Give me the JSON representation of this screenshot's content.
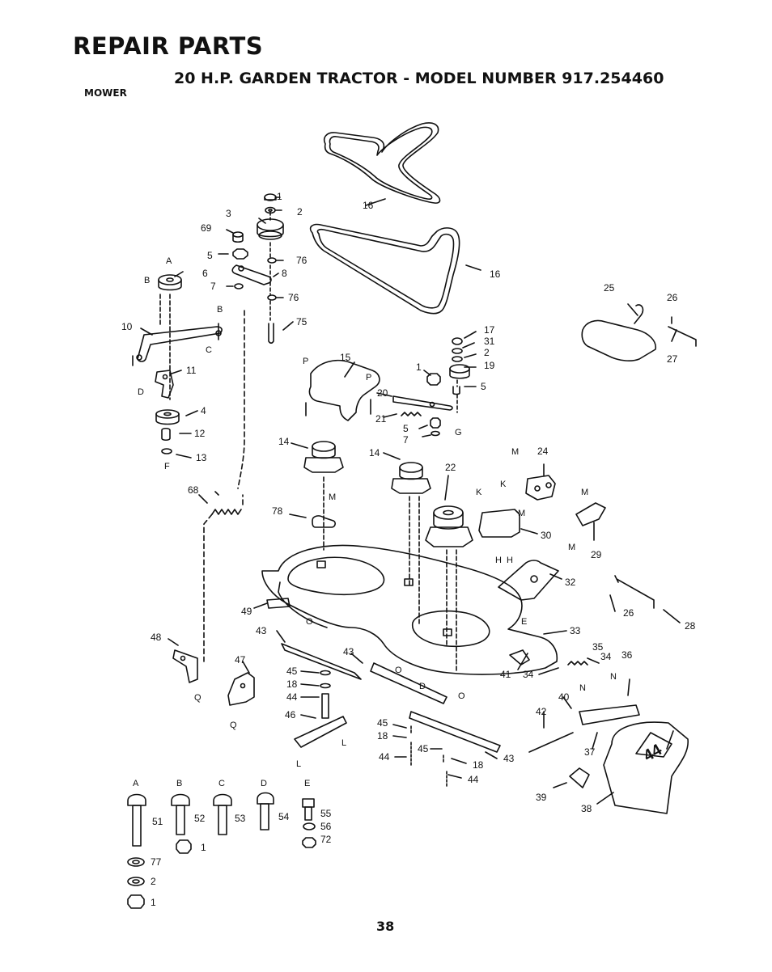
{
  "header": {
    "title": "REPAIR PARTS",
    "subtitle": "20 H.P. GARDEN TRACTOR - MODEL NUMBER 917.254460",
    "section": "MOWER"
  },
  "page_number": "38",
  "callouts": [
    {
      "id": "c1",
      "text": "1"
    },
    {
      "id": "c2",
      "text": "2"
    },
    {
      "id": "c3",
      "text": "3"
    },
    {
      "id": "c69",
      "text": "69"
    },
    {
      "id": "c5a",
      "text": "5"
    },
    {
      "id": "c76a",
      "text": "76"
    },
    {
      "id": "c6",
      "text": "6"
    },
    {
      "id": "c8",
      "text": "8"
    },
    {
      "id": "c7a",
      "text": "7"
    },
    {
      "id": "c76b",
      "text": "76"
    },
    {
      "id": "c75",
      "text": "75"
    },
    {
      "id": "c10",
      "text": "10"
    },
    {
      "id": "c11",
      "text": "11"
    },
    {
      "id": "c4",
      "text": "4"
    },
    {
      "id": "c12",
      "text": "12"
    },
    {
      "id": "c13",
      "text": "13"
    },
    {
      "id": "c16a",
      "text": "16"
    },
    {
      "id": "c16b",
      "text": "16"
    },
    {
      "id": "c15",
      "text": "15"
    },
    {
      "id": "c1b",
      "text": "1"
    },
    {
      "id": "c17",
      "text": "17"
    },
    {
      "id": "c31",
      "text": "31"
    },
    {
      "id": "c2b",
      "text": "2"
    },
    {
      "id": "c19",
      "text": "19"
    },
    {
      "id": "c5b",
      "text": "5"
    },
    {
      "id": "c20",
      "text": "20"
    },
    {
      "id": "c21",
      "text": "21"
    },
    {
      "id": "c5c",
      "text": "5"
    },
    {
      "id": "c7b",
      "text": "7"
    },
    {
      "id": "c14a",
      "text": "14"
    },
    {
      "id": "c14b",
      "text": "14"
    },
    {
      "id": "c22",
      "text": "22"
    },
    {
      "id": "c24",
      "text": "24"
    },
    {
      "id": "c25",
      "text": "25"
    },
    {
      "id": "c26a",
      "text": "26"
    },
    {
      "id": "c27",
      "text": "27"
    },
    {
      "id": "c68",
      "text": "68"
    },
    {
      "id": "c78",
      "text": "78"
    },
    {
      "id": "c30",
      "text": "30"
    },
    {
      "id": "c29",
      "text": "29"
    },
    {
      "id": "c32",
      "text": "32"
    },
    {
      "id": "c26b",
      "text": "26"
    },
    {
      "id": "c28",
      "text": "28"
    },
    {
      "id": "c49",
      "text": "49"
    },
    {
      "id": "c33",
      "text": "33"
    },
    {
      "id": "c48",
      "text": "48"
    },
    {
      "id": "c43a",
      "text": "43"
    },
    {
      "id": "c43b",
      "text": "43"
    },
    {
      "id": "c35",
      "text": "35"
    },
    {
      "id": "c34a",
      "text": "34"
    },
    {
      "id": "c36",
      "text": "36"
    },
    {
      "id": "c41",
      "text": "41"
    },
    {
      "id": "c34b",
      "text": "34"
    },
    {
      "id": "c47",
      "text": "47"
    },
    {
      "id": "c45a",
      "text": "45"
    },
    {
      "id": "c18a",
      "text": "18"
    },
    {
      "id": "c44a",
      "text": "44"
    },
    {
      "id": "c46",
      "text": "46"
    },
    {
      "id": "c40",
      "text": "40"
    },
    {
      "id": "c42",
      "text": "42"
    },
    {
      "id": "c45b",
      "text": "45"
    },
    {
      "id": "c18b",
      "text": "18"
    },
    {
      "id": "c45c",
      "text": "45"
    },
    {
      "id": "c44b",
      "text": "44"
    },
    {
      "id": "c18c",
      "text": "18"
    },
    {
      "id": "c43c",
      "text": "43"
    },
    {
      "id": "c44c",
      "text": "44"
    },
    {
      "id": "c37",
      "text": "37"
    },
    {
      "id": "c39",
      "text": "39"
    },
    {
      "id": "c38",
      "text": "38"
    },
    {
      "id": "c51",
      "text": "51"
    },
    {
      "id": "c52",
      "text": "52"
    },
    {
      "id": "c53",
      "text": "53"
    },
    {
      "id": "c54",
      "text": "54"
    },
    {
      "id": "c55",
      "text": "55"
    },
    {
      "id": "c56",
      "text": "56"
    },
    {
      "id": "c72",
      "text": "72"
    },
    {
      "id": "c1c",
      "text": "1"
    },
    {
      "id": "c77",
      "text": "77"
    },
    {
      "id": "c2c",
      "text": "2"
    },
    {
      "id": "c1d",
      "text": "1"
    }
  ],
  "reference_letters": [
    {
      "id": "lA",
      "text": "A"
    },
    {
      "id": "lB",
      "text": "B"
    },
    {
      "id": "lB2",
      "text": "B"
    },
    {
      "id": "lC",
      "text": "C"
    },
    {
      "id": "lD",
      "text": "D"
    },
    {
      "id": "lF",
      "text": "F"
    },
    {
      "id": "lP1",
      "text": "P"
    },
    {
      "id": "lP2",
      "text": "P"
    },
    {
      "id": "lG",
      "text": "G"
    },
    {
      "id": "lM1",
      "text": "M"
    },
    {
      "id": "lM2",
      "text": "M"
    },
    {
      "id": "lM3",
      "text": "M"
    },
    {
      "id": "lM4",
      "text": "M"
    },
    {
      "id": "lM5",
      "text": "M"
    },
    {
      "id": "lK1",
      "text": "K"
    },
    {
      "id": "lK2",
      "text": "K"
    },
    {
      "id": "lH1",
      "text": "H"
    },
    {
      "id": "lH2",
      "text": "H"
    },
    {
      "id": "lE",
      "text": "E"
    },
    {
      "id": "lO1",
      "text": "O"
    },
    {
      "id": "lO2",
      "text": "O"
    },
    {
      "id": "lO3",
      "text": "O"
    },
    {
      "id": "lD2",
      "text": "D"
    },
    {
      "id": "lQ1",
      "text": "Q"
    },
    {
      "id": "lQ2",
      "text": "Q"
    },
    {
      "id": "lL1",
      "text": "L"
    },
    {
      "id": "lL2",
      "text": "L"
    },
    {
      "id": "lN1",
      "text": "N"
    },
    {
      "id": "lN2",
      "text": "N"
    },
    {
      "id": "hA",
      "text": "A"
    },
    {
      "id": "hB",
      "text": "B"
    },
    {
      "id": "hC",
      "text": "C"
    },
    {
      "id": "hD",
      "text": "D"
    },
    {
      "id": "hE",
      "text": "E"
    }
  ],
  "deck_decal": "44"
}
